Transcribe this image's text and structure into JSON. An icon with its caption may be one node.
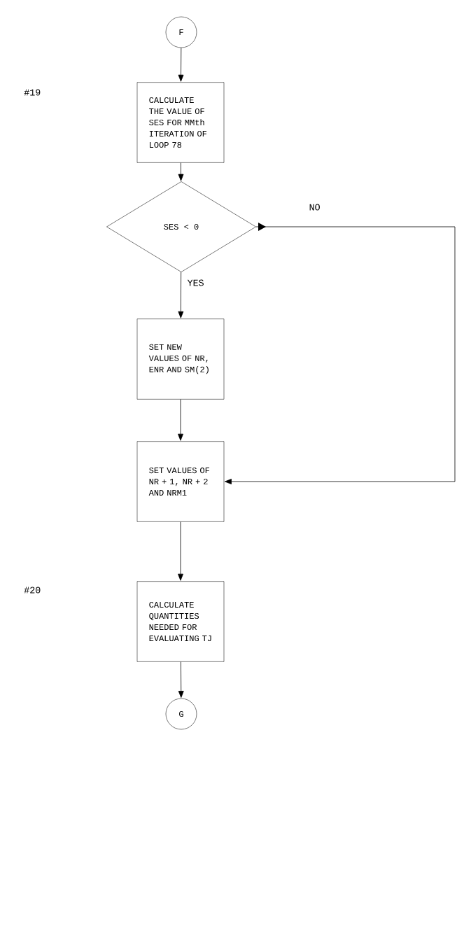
{
  "diagram": {
    "nodes": [
      {
        "text": [
          "F"
        ]
      },
      {
        "text": [
          "CALCULATE THE VALUE OF SES FOR MMth ITERATION OF LOOP 78"
        ]
      },
      {
        "text": [
          "SES < 0"
        ]
      },
      {
        "text": [
          "SET NEW VALUES OF NR, ENR AND SM(2)"
        ]
      },
      {
        "text": [
          "SET VALUES OF NR + 1, NR + 2 AND NRM1"
        ]
      },
      {
        "text": [
          "CALCULATE QUANTITIES NEEDED FOR EVALUATING TJ"
        ]
      },
      {
        "text": [
          "G"
        ]
      }
    ],
    "edges": [
      {
        "from": 0,
        "to": 1,
        "arrow": "to"
      },
      {
        "from": 1,
        "to": 2,
        "arrow": "to"
      },
      {
        "from": 2,
        "to": 3,
        "arrow": "to",
        "label": "YES"
      },
      {
        "from": 3,
        "to": 4,
        "arrow": "to"
      },
      {
        "from": 2,
        "to": 4,
        "arrow": "to",
        "label": "NO"
      },
      {
        "from": 4,
        "to": 5,
        "arrow": "to"
      },
      {
        "from": 5,
        "to": 6,
        "arrow": "to"
      }
    ],
    "labels": [
      "#19",
      "#20"
    ]
  }
}
